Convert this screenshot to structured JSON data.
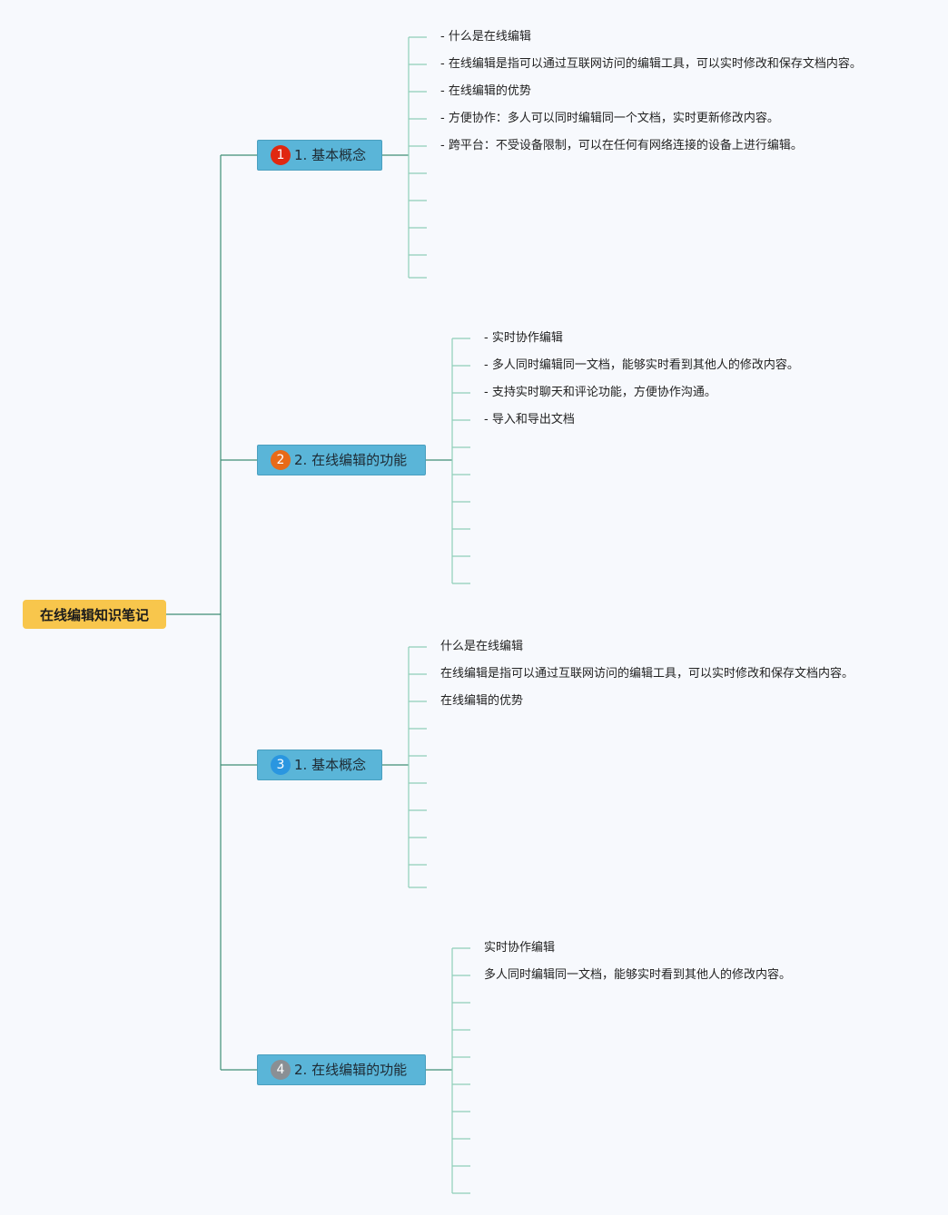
{
  "root": {
    "label": "在线编辑知识笔记"
  },
  "colors": {
    "background": "#f7f9fd",
    "root_fill": "#f8c64c",
    "branch_fill": "#5ab5d8",
    "line_root": "#3f8f76",
    "line_leaf": "#8fcfb9"
  },
  "branches": [
    {
      "badge": "1",
      "badge_color": "#e02810",
      "label": "1. 基本概念",
      "leaves": [
        "- 什么是在线编辑",
        "- 在线编辑是指可以通过互联网访问的编辑工具，可以实时修改和保存文档内容。",
        "- 在线编辑的优势",
        "- 方便协作：多人可以同时编辑同一个文档，实时更新修改内容。",
        "- 跨平台：不受设备限制，可以在任何有网络连接的设备上进行编辑。",
        "",
        "",
        "",
        "",
        ""
      ]
    },
    {
      "badge": "2",
      "badge_color": "#e86a18",
      "label": "2. 在线编辑的功能",
      "leaves": [
        "- 实时协作编辑",
        "- 多人同时编辑同一文档，能够实时看到其他人的修改内容。",
        "- 支持实时聊天和评论功能，方便协作沟通。",
        "- 导入和导出文档",
        "",
        "",
        "",
        "",
        "",
        ""
      ]
    },
    {
      "badge": "3",
      "badge_color": "#2a96e0",
      "label": "1. 基本概念",
      "leaves": [
        "什么是在线编辑",
        "在线编辑是指可以通过互联网访问的编辑工具，可以实时修改和保存文档内容。",
        "在线编辑的优势",
        "",
        "",
        "",
        "",
        "",
        "",
        ""
      ]
    },
    {
      "badge": "4",
      "badge_color": "#8a8f94",
      "label": "2. 在线编辑的功能",
      "leaves": [
        "实时协作编辑",
        "多人同时编辑同一文档，能够实时看到其他人的修改内容。",
        "",
        "",
        "",
        "",
        "",
        "",
        "",
        ""
      ]
    }
  ]
}
